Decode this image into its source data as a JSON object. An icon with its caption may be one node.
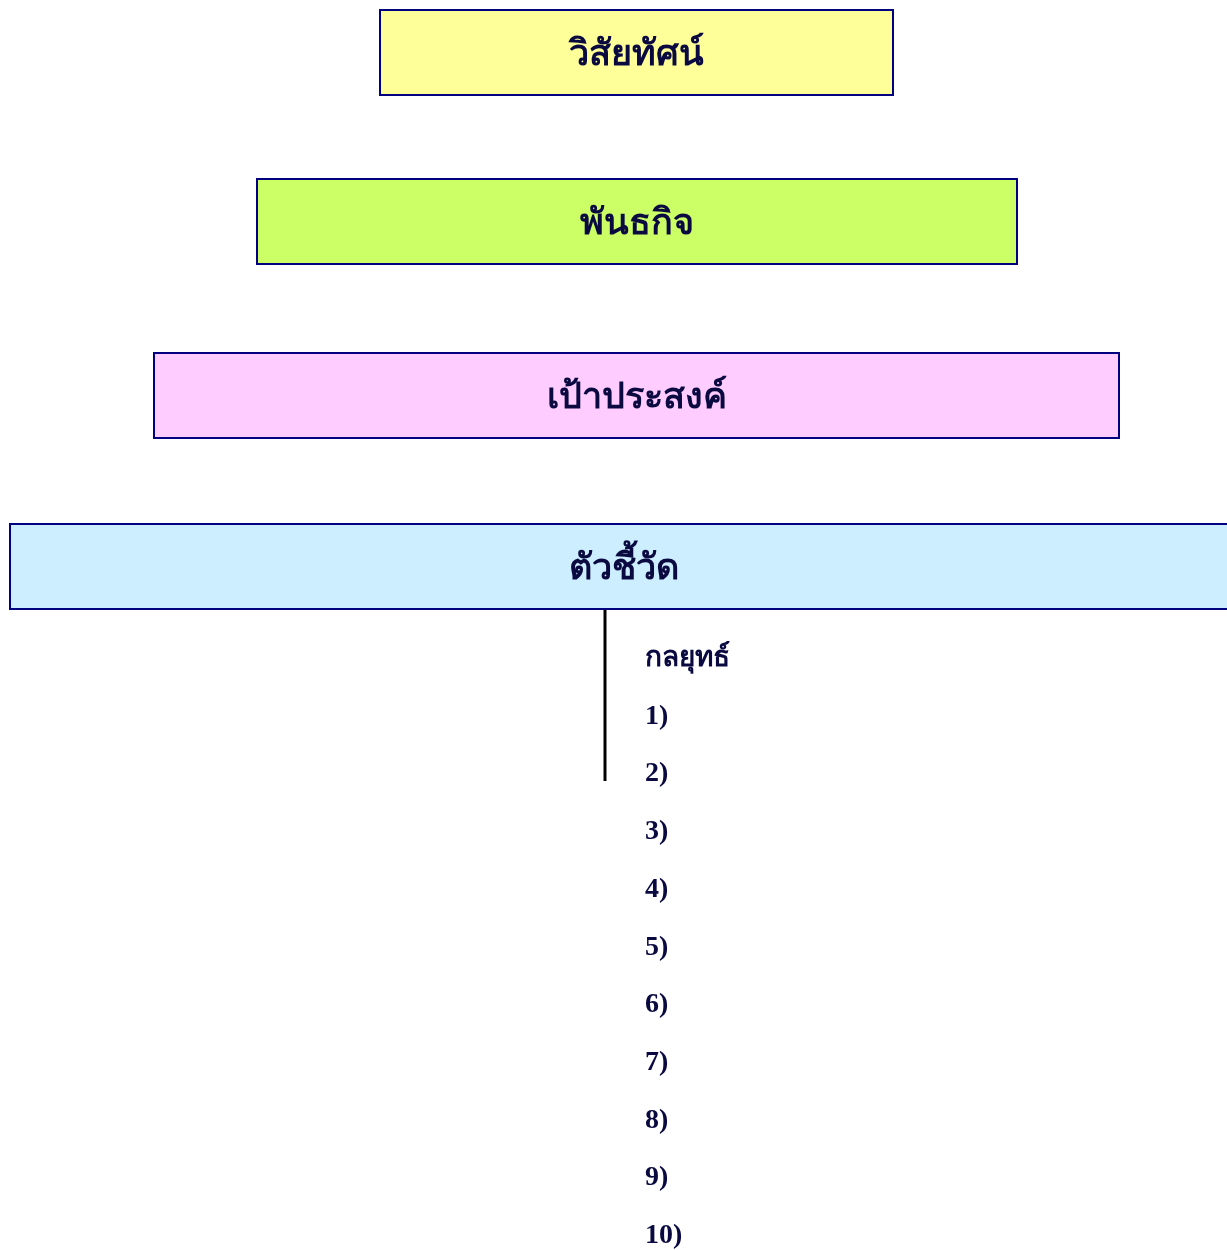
{
  "diagram": {
    "nodes": [
      {
        "text": [
          "วิสัยทัศน์"
        ]
      },
      {
        "text": [
          "พันธกิจ"
        ]
      },
      {
        "text": [
          "เป้าประสงค์"
        ]
      },
      {
        "text": [
          "ตัวชี้วัด"
        ]
      }
    ],
    "labels": [
      "กลยุทธ์",
      "1)",
      "2)",
      "3)",
      "4)",
      "5)",
      "6)",
      "7)",
      "8)",
      "9)",
      "10)"
    ]
  }
}
